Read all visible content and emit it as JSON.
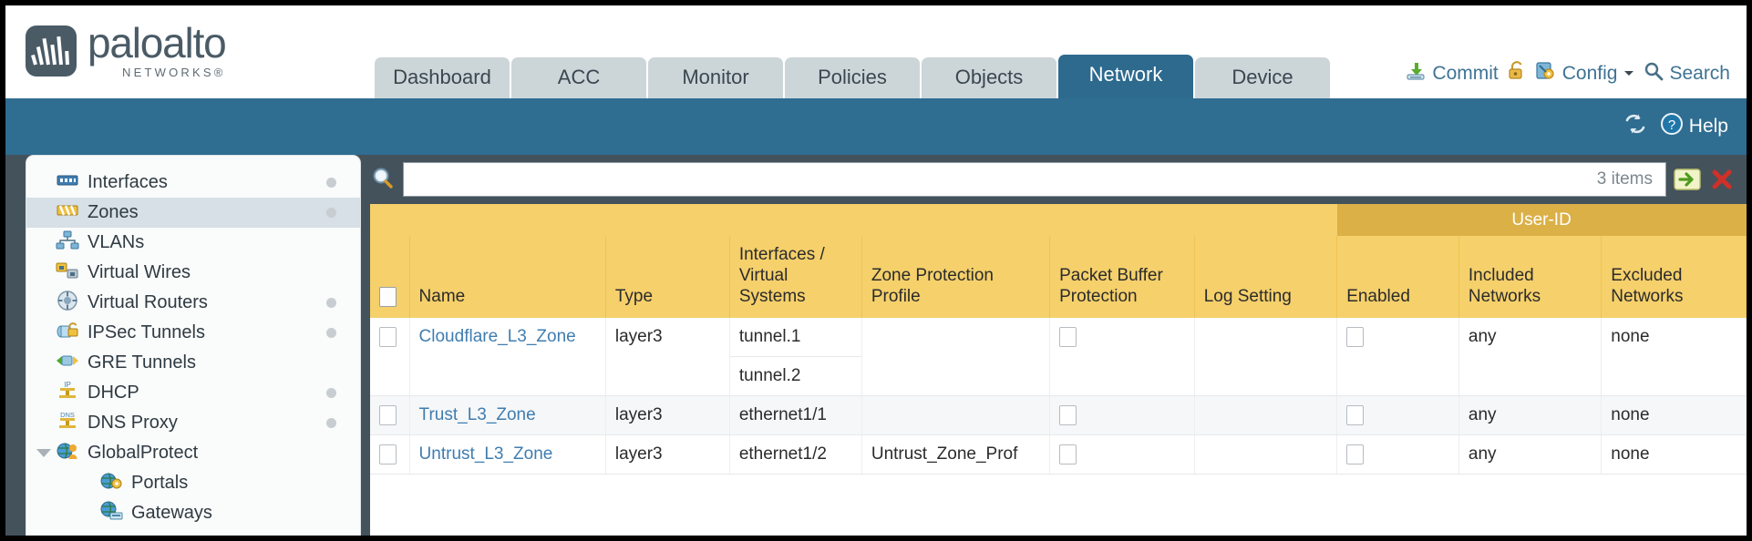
{
  "brand": {
    "name": "paloalto",
    "tagline": "NETWORKS",
    "registered": "®",
    "logo_icon": "paloalto-logo-icon"
  },
  "nav_tabs": [
    {
      "label": "Dashboard",
      "active": false
    },
    {
      "label": "ACC",
      "active": false
    },
    {
      "label": "Monitor",
      "active": false
    },
    {
      "label": "Policies",
      "active": false
    },
    {
      "label": "Objects",
      "active": false
    },
    {
      "label": "Network",
      "active": true
    },
    {
      "label": "Device",
      "active": false
    }
  ],
  "top_actions": {
    "commit": {
      "label": "Commit",
      "icon": "commit-download-icon"
    },
    "lock": {
      "icon": "padlock-icon"
    },
    "config": {
      "label": "Config",
      "icon": "config-wrench-icon",
      "caret": "chevron-down-icon"
    },
    "search": {
      "label": "Search",
      "icon": "search-magnifier-icon"
    }
  },
  "blue_bar": {
    "refresh": {
      "icon": "refresh-icon"
    },
    "help": {
      "label": "Help",
      "icon": "help-question-icon"
    }
  },
  "sidebar": {
    "items": [
      {
        "label": "Interfaces",
        "icon": "interfaces-icon",
        "selected": false,
        "dot": true,
        "sub": false,
        "caret": false
      },
      {
        "label": "Zones",
        "icon": "zones-icon",
        "selected": true,
        "dot": true,
        "sub": false,
        "caret": false
      },
      {
        "label": "VLANs",
        "icon": "vlans-icon",
        "selected": false,
        "dot": false,
        "sub": false,
        "caret": false
      },
      {
        "label": "Virtual Wires",
        "icon": "virtual-wires-icon",
        "selected": false,
        "dot": false,
        "sub": false,
        "caret": false
      },
      {
        "label": "Virtual Routers",
        "icon": "virtual-routers-icon",
        "selected": false,
        "dot": true,
        "sub": false,
        "caret": false
      },
      {
        "label": "IPSec Tunnels",
        "icon": "ipsec-tunnels-icon",
        "selected": false,
        "dot": true,
        "sub": false,
        "caret": false
      },
      {
        "label": "GRE Tunnels",
        "icon": "gre-tunnels-icon",
        "selected": false,
        "dot": false,
        "sub": false,
        "caret": false
      },
      {
        "label": "DHCP",
        "icon": "dhcp-icon",
        "selected": false,
        "dot": true,
        "sub": false,
        "caret": false
      },
      {
        "label": "DNS Proxy",
        "icon": "dns-proxy-icon",
        "selected": false,
        "dot": true,
        "sub": false,
        "caret": false
      },
      {
        "label": "GlobalProtect",
        "icon": "globalprotect-icon",
        "selected": false,
        "dot": false,
        "sub": false,
        "caret": true
      },
      {
        "label": "Portals",
        "icon": "portals-icon",
        "selected": false,
        "dot": false,
        "sub": true,
        "caret": false
      },
      {
        "label": "Gateways",
        "icon": "gateways-icon",
        "selected": false,
        "dot": false,
        "sub": true,
        "caret": false
      }
    ]
  },
  "search": {
    "value": "",
    "placeholder": "",
    "icon": "search-magnifier-icon",
    "items_count": "3 items",
    "apply_icon": "green-arrow-apply-icon",
    "clear_icon": "red-x-clear-icon"
  },
  "table": {
    "group_header": {
      "label": "User-ID"
    },
    "columns": [
      "Name",
      "Type",
      "Interfaces / Virtual Systems",
      "Zone Protection Profile",
      "Packet Buffer Protection",
      "Log Setting",
      "Enabled",
      "Included Networks",
      "Excluded Networks"
    ],
    "rows": [
      {
        "selected": false,
        "name": "Cloudflare_L3_Zone",
        "type": "layer3",
        "interfaces": [
          "tunnel.1",
          "tunnel.2"
        ],
        "zone_protection_profile": "",
        "packet_buffer_protection": false,
        "log_setting": "",
        "userid_enabled": false,
        "included_networks": "any",
        "excluded_networks": "none"
      },
      {
        "selected": false,
        "name": "Trust_L3_Zone",
        "type": "layer3",
        "interfaces": [
          "ethernet1/1"
        ],
        "zone_protection_profile": "",
        "packet_buffer_protection": false,
        "log_setting": "",
        "userid_enabled": false,
        "included_networks": "any",
        "excluded_networks": "none"
      },
      {
        "selected": false,
        "name": "Untrust_L3_Zone",
        "type": "layer3",
        "interfaces": [
          "ethernet1/2"
        ],
        "zone_protection_profile": "Untrust_Zone_Prof",
        "packet_buffer_protection": false,
        "log_setting": "",
        "userid_enabled": false,
        "included_networks": "any",
        "excluded_networks": "none"
      }
    ]
  },
  "colors": {
    "brand_slate": "#4a5b66",
    "tab_active": "#2d6a8e",
    "tab_inactive": "#ccd5d8",
    "blue_band": "#2f6d91",
    "header_gold": "#f5d06b",
    "userid_gold": "#dbb046",
    "link_blue": "#3f7db0",
    "selected_row": "#d6e0e6"
  }
}
